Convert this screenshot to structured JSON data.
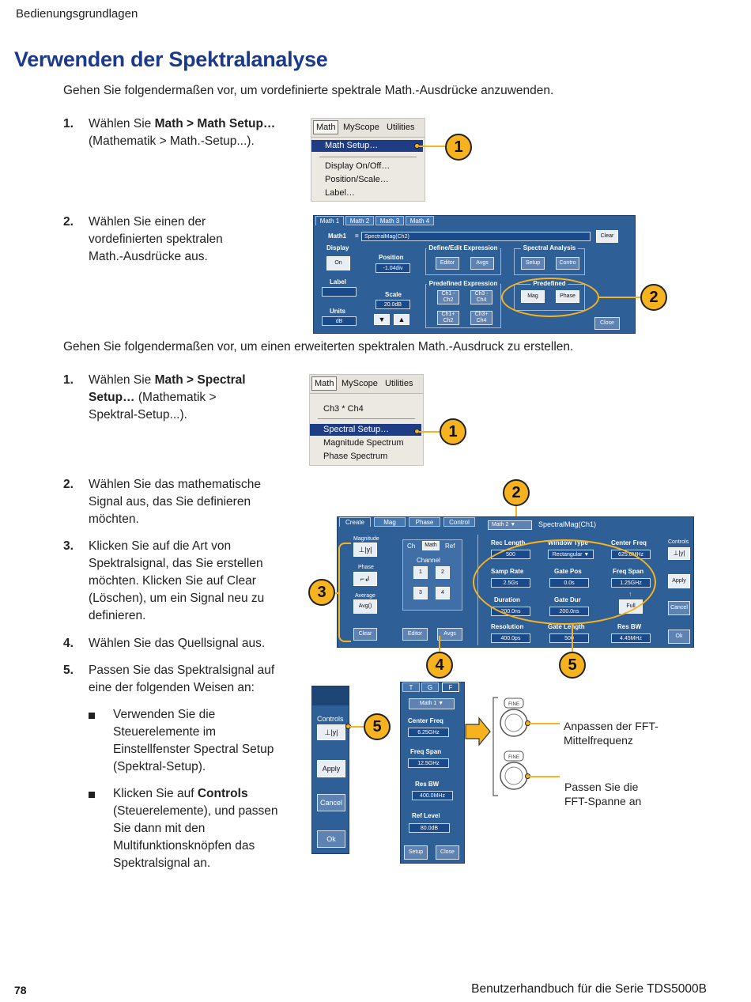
{
  "header": {
    "section": "Bedienungsgrundlagen"
  },
  "title": "Verwenden der Spektralanalyse",
  "intro1": "Gehen Sie folgendermaßen vor, um vordefinierte spektrale Math.-Ausdrücke anzuwenden.",
  "intro2": "Gehen Sie folgendermaßen vor, um einen erweiterten spektralen Math.-Ausdruck zu erstellen.",
  "partA": {
    "step1": {
      "num": "1.",
      "pre": "Wählen Sie ",
      "bold": "Math > Math Setup…",
      "post": " (Mathematik > Math.-Setup...)."
    },
    "step2": {
      "num": "2.",
      "text": "Wählen Sie einen der vordefinierten spektralen Math.-Ausdrücke aus."
    }
  },
  "partB": {
    "step1": {
      "num": "1.",
      "pre": "Wählen Sie ",
      "bold": "Math > Spectral Setup…",
      "post": " (Mathematik > Spektral-Setup...)."
    },
    "step2": {
      "num": "2.",
      "text": "Wählen Sie das mathematische Signal aus, das Sie definieren möchten."
    },
    "step3": {
      "num": "3.",
      "text": "Klicken Sie auf die Art von Spektralsignal, das Sie erstellen möchten. Klicken Sie auf Clear (Löschen), um ein Signal neu zu definieren."
    },
    "step4": {
      "num": "4.",
      "text": "Wählen Sie das Quellsignal aus."
    },
    "step5": {
      "num": "5.",
      "text": "Passen Sie das Spektralsignal auf eine der folgenden Weisen an:"
    },
    "bullet1": "Verwenden Sie die Steuerelemente im Einstellfenster Spectral Setup (Spektral-Setup).",
    "bullet2": {
      "pre": "Klicken Sie auf ",
      "bold": "Controls",
      "post": " (Steuerelemente), und passen Sie dann mit den Multifunktionsknöpfen das Spektralsignal an."
    }
  },
  "menu1": {
    "bar": [
      "Math",
      "MyScope",
      "Utilities"
    ],
    "items": [
      "Math Setup…",
      "Display On/Off…",
      "Position/Scale…",
      "Label…"
    ]
  },
  "menu2": {
    "bar": [
      "Math",
      "MyScope",
      "Utilities"
    ],
    "items": [
      "Ch3 * Ch4",
      "Spectral Setup…",
      "Magnitude Spectrum",
      "Phase Spectrum"
    ]
  },
  "mathPanel": {
    "tabs": [
      "Math 1",
      "Math 2",
      "Math 3",
      "Math 4"
    ],
    "math1": "Math1",
    "eq": "=",
    "expr": "SpectralMag(Ch2)",
    "clear": "Clear",
    "display": "Display",
    "on": "On",
    "label": "Label",
    "units": "Units",
    "unitsVal": "dB",
    "position": "Position",
    "positionVal": "-1.04div",
    "scale": "Scale",
    "scaleVal": "20.0dB",
    "defineTitle": "Define/Edit Expression",
    "editor": "Editor",
    "avgs": "Avgs",
    "spectralTitle": "Spectral Analysis",
    "setup": "Setup",
    "contro": "Contro",
    "predefExprTitle": "Predefined Expression",
    "ch1m": "Ch1 - Ch2",
    "ch3m": "Ch3 - Ch4",
    "ch1p": "Ch1+ Ch2",
    "ch3p": "Ch3+ Ch4",
    "predefTitle": "Predefined",
    "mag": "Mag",
    "phase": "Phase",
    "close": "Close"
  },
  "spectralPanel": {
    "tabs": [
      "Create",
      "Mag",
      "Phase",
      "Control"
    ],
    "mathSel": "Math 2",
    "expr": "SpectralMag(Ch1)",
    "magnitude": "Magnitude",
    "phaseLbl": "Phase",
    "average": "Average",
    "avg": "Avg()",
    "clear": "Clear",
    "ch": "Ch",
    "math": "Math",
    "ref": "Ref",
    "channel": "Channel",
    "chans": [
      "1",
      "2",
      "3",
      "4"
    ],
    "editor": "Editor",
    "avgs": "Avgs",
    "recLength": "Rec Length",
    "recVal": "500",
    "windowType": "Window Type",
    "windowVal": "Rectangular",
    "centerFreq": "Center Freq",
    "centerVal": "625.0MHz",
    "sampRate": "Samp Rate",
    "sampVal": "2.5Gs",
    "gatePos": "Gate Pos",
    "gatePosVal": "0.0s",
    "freqSpan": "Freq Span",
    "freqVal": "1.25GHz",
    "duration": "Duration",
    "durVal": "200.0ns",
    "gateDur": "Gate Dur",
    "gateDurVal": "200.0ns",
    "full": "Full",
    "resolution": "Resolution",
    "resVal": "400.0ps",
    "gateLength": "Gate Length",
    "gateLenVal": "500",
    "resBW": "Res BW",
    "resBWVal": "4.45MHz",
    "controls": "Controls",
    "apply": "Apply",
    "cancel": "Cancel",
    "ok": "Ok"
  },
  "sidePanel": {
    "controls": "Controls",
    "apply": "Apply",
    "cancel": "Cancel",
    "ok": "Ok"
  },
  "tgfPanel": {
    "tabs": [
      "T",
      "G",
      "F"
    ],
    "mathSel": "Math 1",
    "centerFreq": "Center Freq",
    "centerVal": "6.25GHz",
    "freqSpan": "Freq Span",
    "freqVal": "12.5GHz",
    "resBW": "Res BW",
    "resBWVal": "400.0MHz",
    "refLevel": "Ref Level",
    "refVal": "80.0dB",
    "setup": "Setup",
    "close": "Close"
  },
  "knobs": {
    "fine": "FINE",
    "fine2": "FINE",
    "label1": "Anpassen der FFT-Mittelfrequenz",
    "label2": "Passen Sie die FFT-Spanne an"
  },
  "callouts": [
    "1",
    "2",
    "1",
    "2",
    "3",
    "4",
    "5",
    "5"
  ],
  "footer": {
    "page": "78",
    "manual": "Benutzerhandbuch für die Serie TDS5000B"
  }
}
